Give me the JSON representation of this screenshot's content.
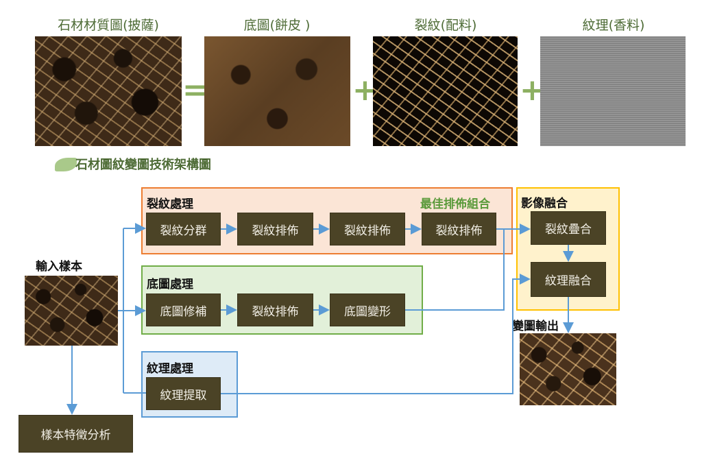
{
  "top": {
    "labels": [
      "石材材質圖(披薩)",
      "底圖(餅皮 )",
      "裂紋(配料)",
      "紋理(香料)"
    ],
    "operators": [
      "=",
      "+",
      "+"
    ],
    "caption": "石材圖紋變圖技術架構圖"
  },
  "diagram": {
    "input_label": "輸入樣本",
    "feature_box": "樣本特徵分析",
    "crack_group": {
      "title": "裂紋處理",
      "note": "最佳排佈組合",
      "steps": [
        "裂紋分群",
        "裂紋排佈",
        "裂紋排佈",
        "裂紋排佈"
      ]
    },
    "base_group": {
      "title": "底圖處理",
      "steps": [
        "底圖修補",
        "裂紋排佈",
        "底圖變形"
      ]
    },
    "texture_group": {
      "title": "紋理處理",
      "steps": [
        "紋理提取"
      ]
    },
    "fusion_group": {
      "title": "影像融合",
      "steps": [
        "裂紋疊合",
        "紋理融合"
      ]
    },
    "output_label": "變圖輸出"
  },
  "colors": {
    "crack_border": "#ed7d31",
    "crack_fill": "#fbe5d6",
    "base_border": "#70ad47",
    "base_fill": "#e2f0d9",
    "texture_border": "#5b9bd5",
    "texture_fill": "#deebf7",
    "fusion_border": "#ffc000",
    "fusion_fill": "#fff2cc",
    "arrow": "#5b9bd5",
    "step_box": "#4b4326"
  }
}
